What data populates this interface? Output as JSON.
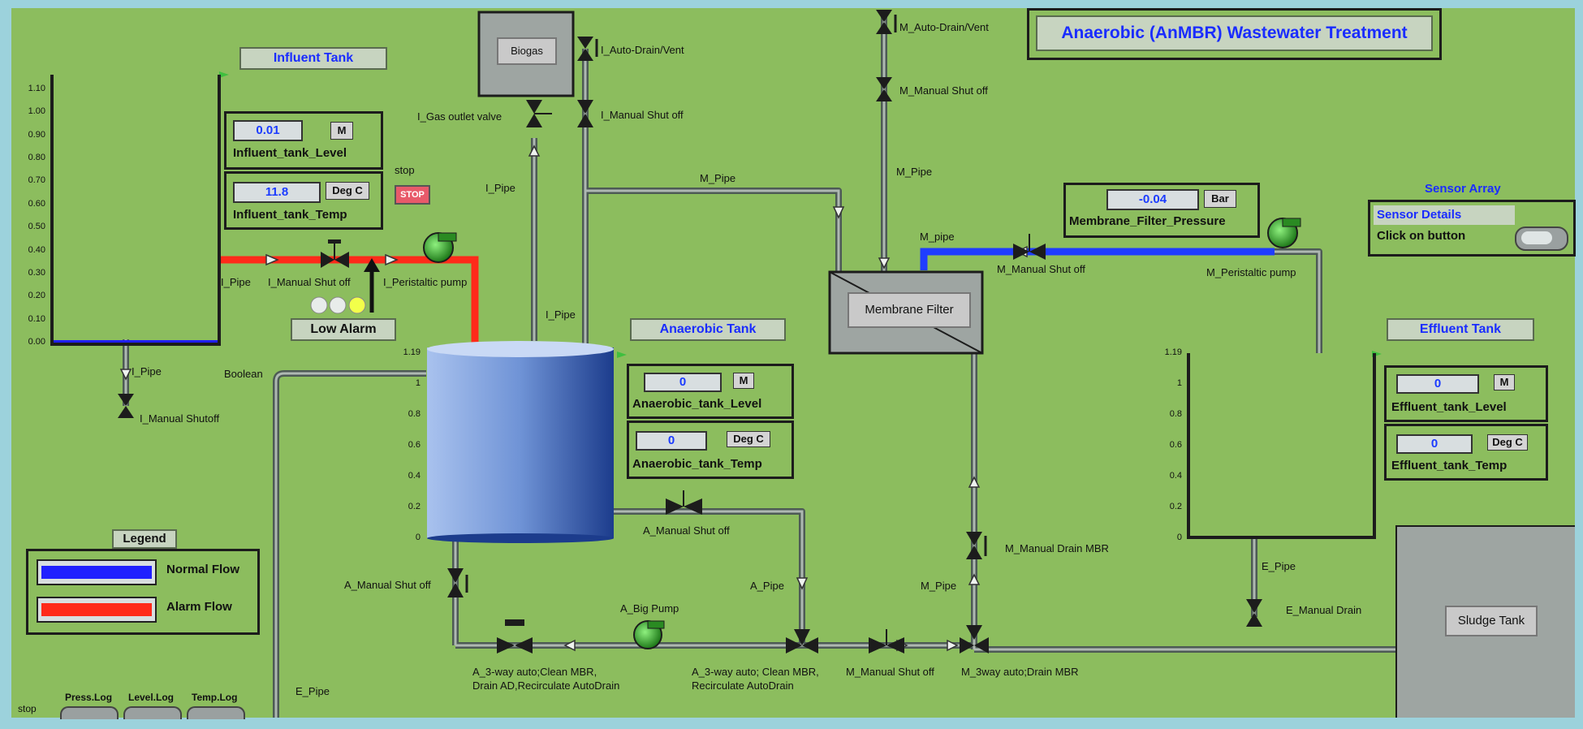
{
  "title": "Anaerobic (AnMBR) Wastewater Treatment",
  "influent_tank": {
    "title": "Influent Tank",
    "axis_ticks": [
      "1.10",
      "1.00",
      "0.90",
      "0.80",
      "0.70",
      "0.60",
      "0.50",
      "0.40",
      "0.30",
      "0.20",
      "0.10",
      "0.00"
    ],
    "level_value": "0.01",
    "level_unit": "M",
    "level_caption": "Influent_tank_Level",
    "temp_value": "11.8",
    "temp_unit": "Deg C",
    "temp_caption": "Influent_tank_Temp"
  },
  "stop_label": "stop",
  "stop_button": "STOP",
  "low_alarm": "Low Alarm",
  "anaerobic_tank": {
    "title": "Anaerobic Tank",
    "axis_ticks": [
      "1.19",
      "1",
      "0.8",
      "0.6",
      "0.4",
      "0.2",
      "0"
    ],
    "level_value": "0",
    "level_unit": "M",
    "level_caption": "Anaerobic_tank_Level",
    "temp_value": "0",
    "temp_unit": "Deg C",
    "temp_caption": "Anaerobic_tank_Temp"
  },
  "effluent_tank": {
    "title": "Effluent Tank",
    "axis_ticks": [
      "1.19",
      "1",
      "0.8",
      "0.6",
      "0.4",
      "0.2",
      "0"
    ],
    "level_value": "0",
    "level_unit": "M",
    "level_caption": "Effluent_tank_Level",
    "temp_value": "0",
    "temp_unit": "Deg C",
    "temp_caption": "Effluent_tank_Temp"
  },
  "membrane": {
    "pressure_value": "-0.04",
    "pressure_unit": "Bar",
    "pressure_caption": "Membrane_Filter_Pressure",
    "filter_label": "Membrane Filter"
  },
  "biogas_label": "Biogas",
  "sludge_tank_label": "Sludge Tank",
  "sensor_array": {
    "title": "Sensor Array",
    "details": "Sensor Details",
    "click": "Click on button"
  },
  "legend": {
    "title": "Legend",
    "normal": "Normal Flow",
    "alarm": "Alarm Flow",
    "normal_color": "#2020ff",
    "alarm_color": "#ff2a1a"
  },
  "labels": {
    "i_auto_drain": "I_Auto-Drain/Vent",
    "i_manual_shutoff_top": "I_Manual Shut off",
    "i_gas_outlet": "I_Gas outlet valve",
    "i_pipe_1": "I_Pipe",
    "i_pipe_2": "I_Pipe",
    "i_pipe_3": "I_Pipe",
    "i_pipe_4": "I_Pipe",
    "i_manual_shutoff_mid": "I_Manual Shut off",
    "i_peristaltic": "I_Peristaltic pump",
    "i_manual_shutoff_low": "I_Manual Shutoff",
    "boolean": "Boolean",
    "m_auto_drain": "M_Auto-Drain/Vent",
    "m_manual_shutoff_top": "M_Manual Shut off",
    "m_pipe_1": "M_Pipe",
    "m_pipe_2": "M_Pipe",
    "m_pipe_3": "M_pipe",
    "m_pipe_4": "M_Pipe",
    "m_manual_shutoff_mid": "M_Manual Shut off",
    "m_peristaltic": "M_Peristaltic pump",
    "m_manual_drain": "M_Manual Drain MBR",
    "m_manual_shutoff_low": "M_Manual Shut off",
    "m_3way": "M_3way auto;Drain MBR",
    "a_manual_shutoff_1": "A_Manual Shut off",
    "a_manual_shutoff_2": "A_Manual Shut off",
    "a_pipe": "A_Pipe",
    "a_big_pump": "A_Big Pump",
    "a_3way_1_line1": "A_3-way auto;Clean MBR,",
    "a_3way_1_line2": "Drain AD,Recirculate AutoDrain",
    "a_3way_2_line1": "A_3-way auto; Clean MBR,",
    "a_3way_2_line2": "Recirculate AutoDrain",
    "e_pipe_1": "E_Pipe",
    "e_pipe_2": "E_Pipe",
    "e_manual_drain": "E_Manual Drain"
  },
  "footer": {
    "stop": "stop",
    "press_log": "Press.Log",
    "level_log": "Level.Log",
    "temp_log": "Temp.Log"
  }
}
